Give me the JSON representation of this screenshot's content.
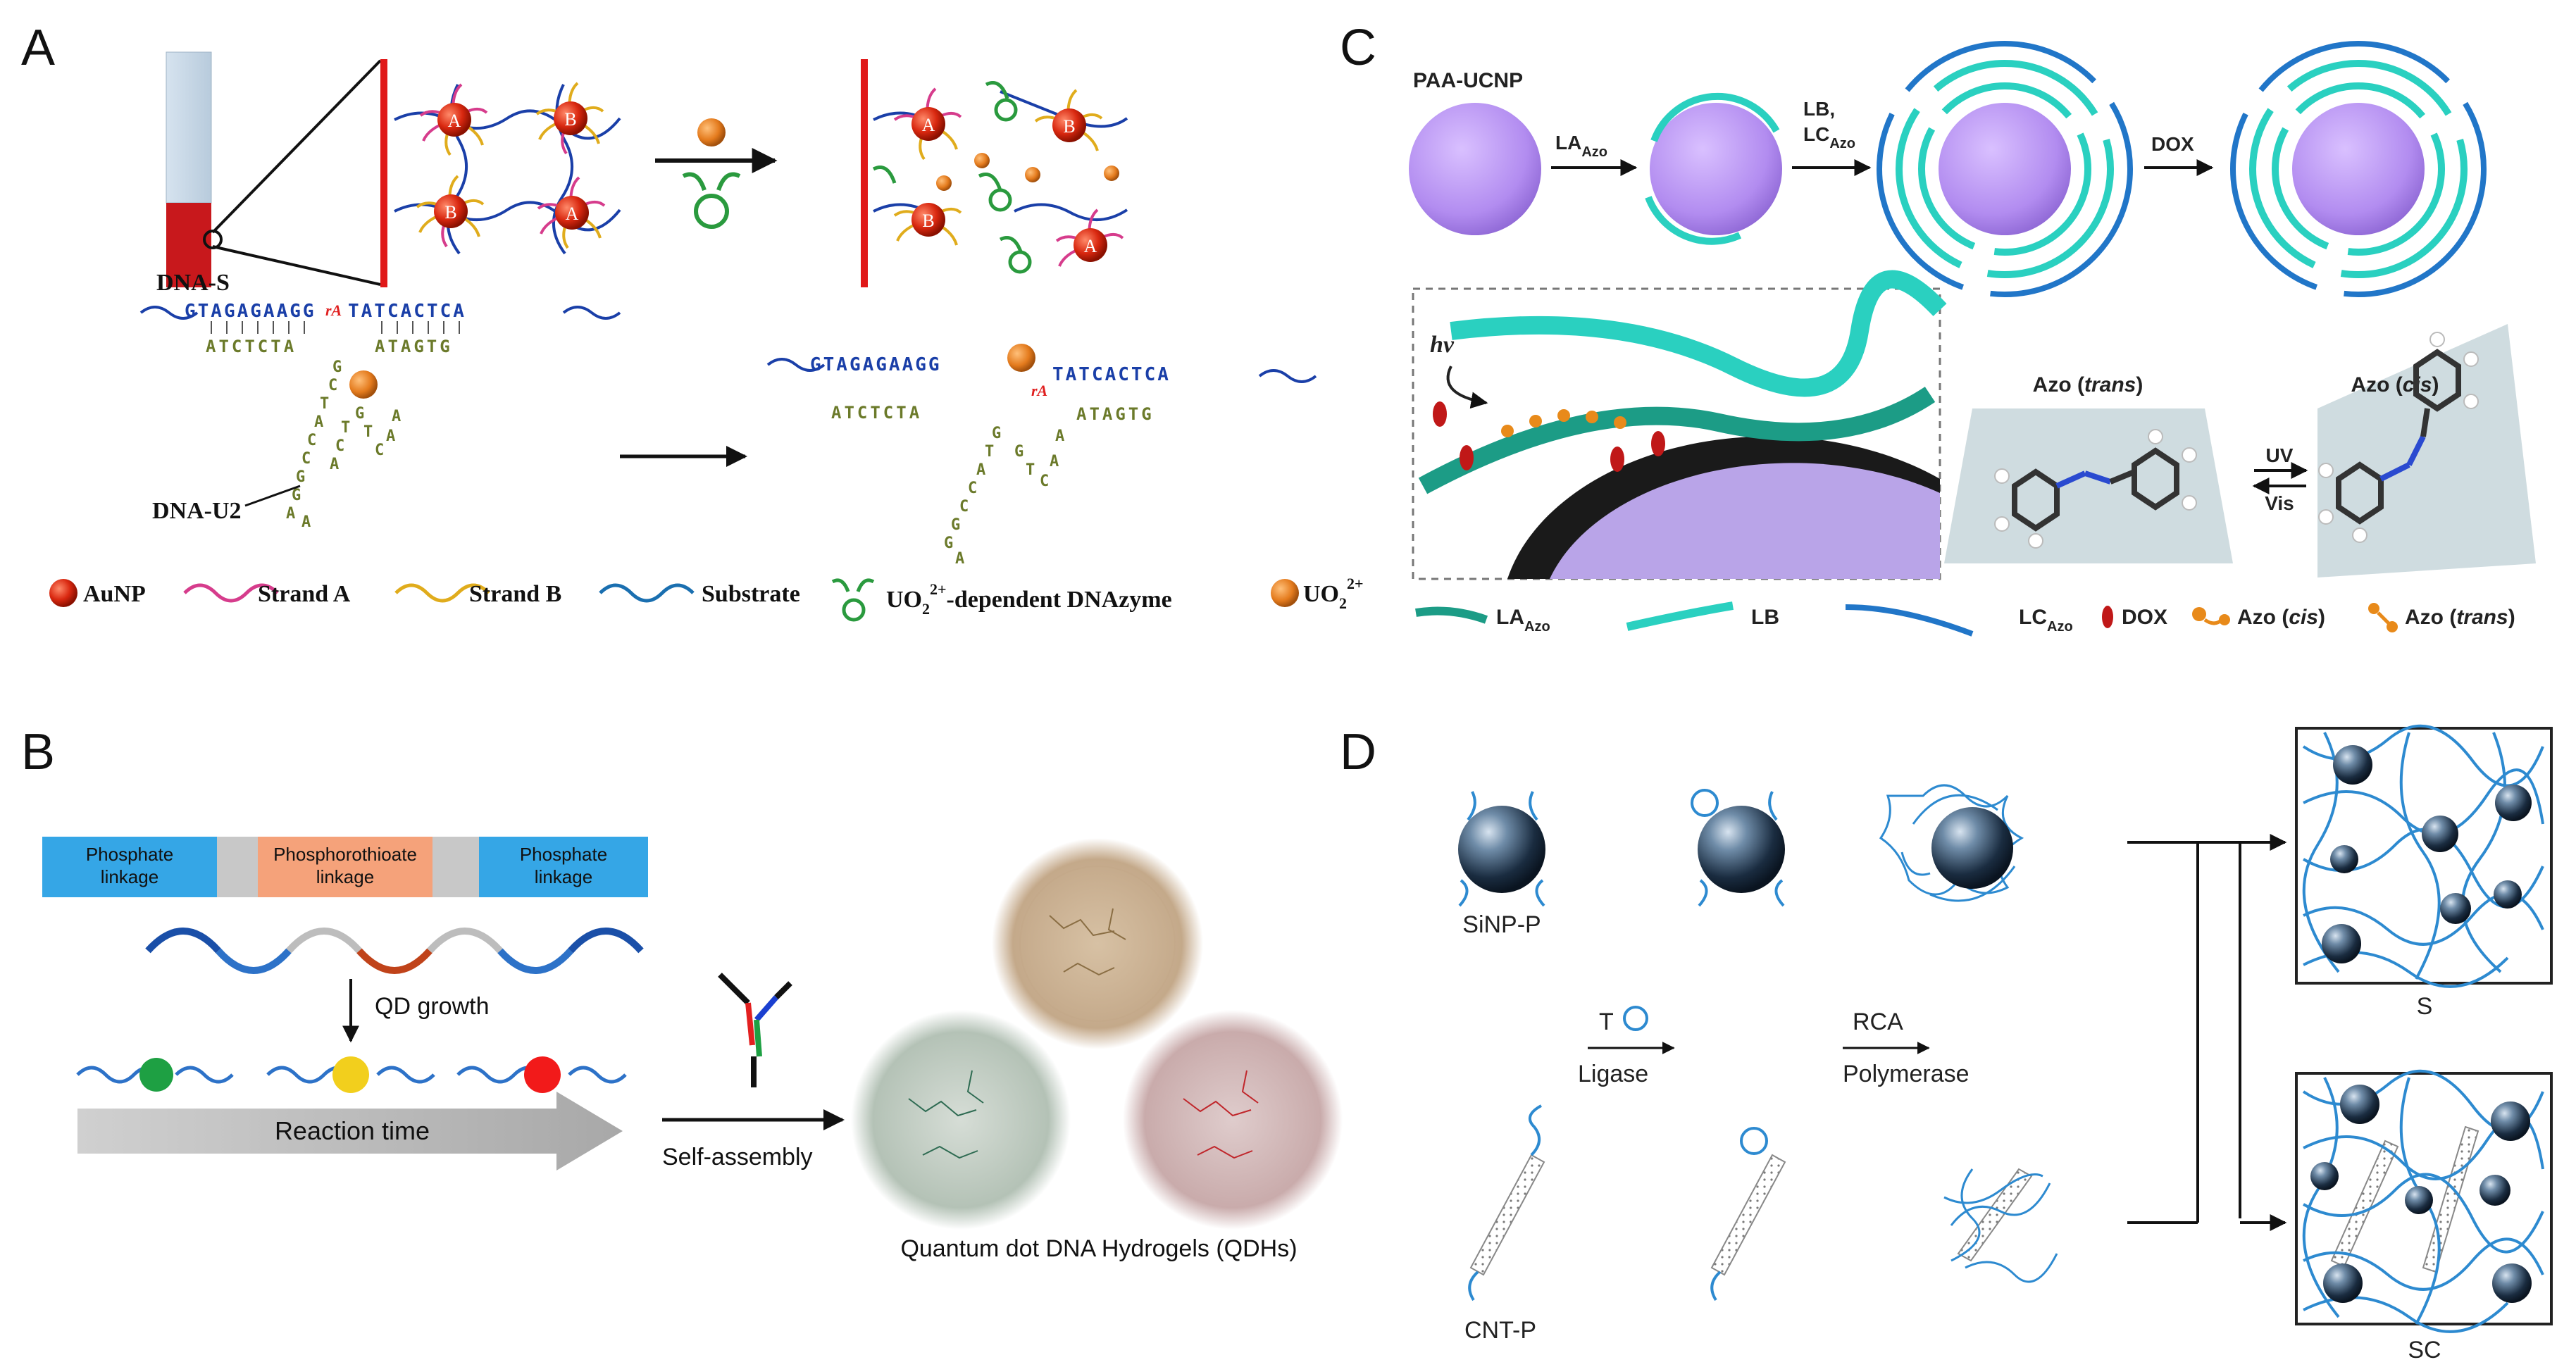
{
  "panels": {
    "a": {
      "letter": "A",
      "dna_s_label": "DNA-S",
      "dna_u2_label": "DNA-U2",
      "strand_s_left": "GTAGAGAAGG",
      "rA": "rA",
      "strand_s_right": "TATCACTCA",
      "comp_left": "ATCTCTA",
      "comp_right": "ATAGTG",
      "loop_letters": [
        "G",
        "C",
        "A",
        "G",
        "T",
        "T",
        "A",
        "C",
        "C",
        "C",
        "G",
        "A",
        "G",
        "A",
        "A",
        "A",
        "G",
        "T",
        "C",
        "A"
      ],
      "legend": {
        "aunp": "AuNP",
        "strand_a": "Strand A",
        "strand_b": "Strand B",
        "substrate": "Substrate",
        "dnazyme_pre": "UO",
        "dnazyme_sub": "2",
        "dnazyme_sup": "2+",
        "dnazyme_post": "-dependent DNAzyme",
        "uo2_pre": "UO",
        "uo2_sub": "2",
        "uo2_sup": "2+"
      },
      "particle_labels": [
        "A",
        "B",
        "B",
        "A",
        "A",
        "B",
        "B",
        "A"
      ]
    },
    "b": {
      "letter": "B",
      "bar": [
        "Phosphate\nlinkage",
        "Phosphorothioate\nlinkage",
        "Phosphate\nlinkage"
      ],
      "bar_line1": [
        "Phosphate",
        "Phosphorothioate",
        "Phosphate"
      ],
      "bar_line2": [
        "linkage",
        "linkage",
        "linkage"
      ],
      "qd_growth": "QD growth",
      "reaction_time": "Reaction time",
      "self_assembly": "Self-assembly",
      "qdh_caption": "Quantum dot DNA Hydrogels (QDHs)",
      "colors": {
        "phosphate": "#35a6e6",
        "phosphorothioate": "#f5a27a",
        "gray": "#c8c8c8"
      }
    },
    "c": {
      "letter": "C",
      "paa_ucnp": "PAA-UCNP",
      "la_azo": "LA",
      "azo_sub": "Azo",
      "lb": "LB,",
      "lc_azo": "LC",
      "dox": "DOX",
      "hv": "hν",
      "azo_trans": "Azo (",
      "trans": "trans",
      "azo_cis": "Azo (",
      "cis": "cis",
      "close_paren": ")",
      "uv": "UV",
      "vis": "Vis",
      "legend": {
        "la": "LA",
        "lb": "LB",
        "lc": "LC",
        "dox": "DOX",
        "azo_cis": "Azo (",
        "cis": "cis",
        "azo_trans": "Azo (",
        "trans": "trans",
        "close": ")",
        "sub": "Azo"
      }
    },
    "d": {
      "letter": "D",
      "sinp_p": "SiNP-P",
      "cnt_p": "CNT-P",
      "t": "T",
      "ligase": "Ligase",
      "rca": "RCA",
      "polymerase": "Polymerase",
      "s": "S",
      "sc": "SC"
    }
  }
}
